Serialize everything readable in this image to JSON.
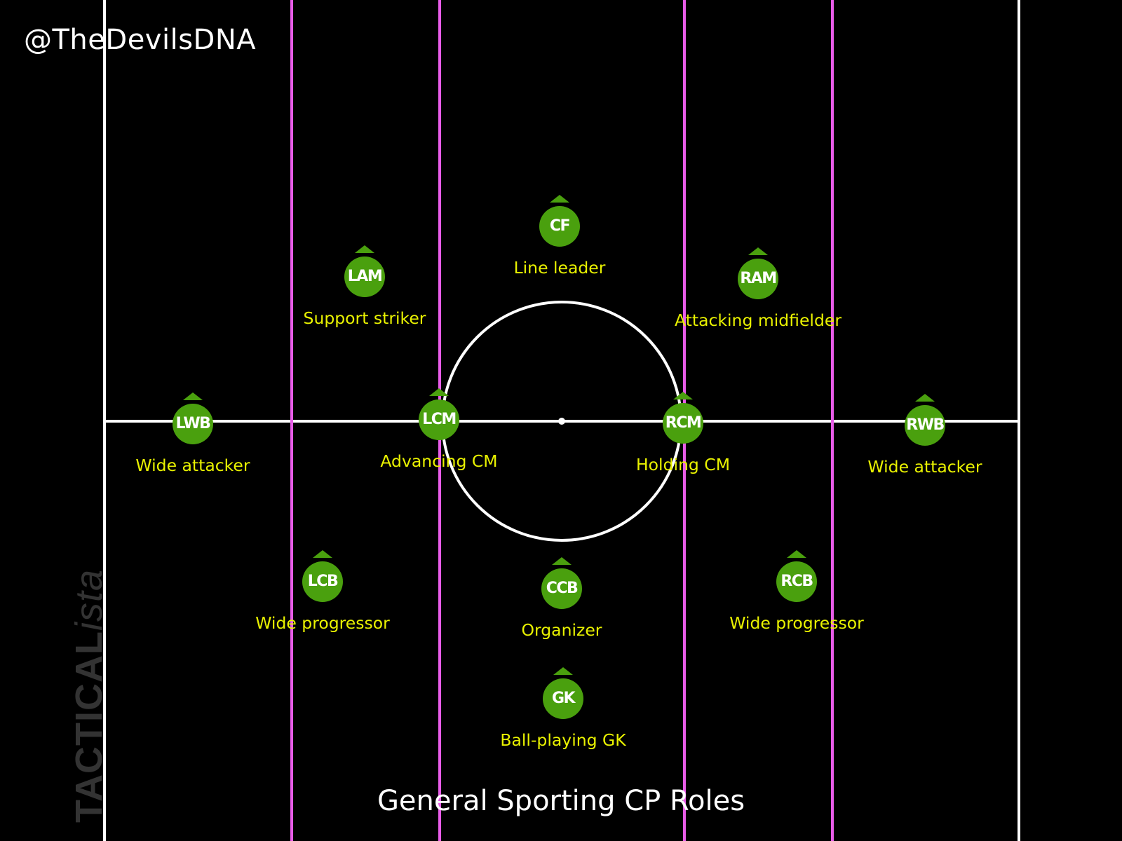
{
  "handle": "@TheDevilsDNA",
  "caption": "General Sporting CP Roles",
  "watermark": {
    "main": "TACTICAL",
    "italic": "ista"
  },
  "colors": {
    "background": "#000000",
    "pitch_lines": "#ffffff",
    "channel_lines": "#e85ce8",
    "player_disc": "#4aa00e",
    "role_text": "#e9f200"
  },
  "players": [
    {
      "code": "CF",
      "role": "Line leader"
    },
    {
      "code": "LAM",
      "role": "Support striker"
    },
    {
      "code": "RAM",
      "role": "Attacking midfielder"
    },
    {
      "code": "LWB",
      "role": "Wide attacker"
    },
    {
      "code": "LCM",
      "role": "Advancing CM"
    },
    {
      "code": "RCM",
      "role": "Holding CM"
    },
    {
      "code": "RWB",
      "role": "Wide attacker"
    },
    {
      "code": "LCB",
      "role": "Wide progressor"
    },
    {
      "code": "CCB",
      "role": "Organizer"
    },
    {
      "code": "RCB",
      "role": "Wide progressor"
    },
    {
      "code": "GK",
      "role": "Ball-playing GK"
    }
  ]
}
